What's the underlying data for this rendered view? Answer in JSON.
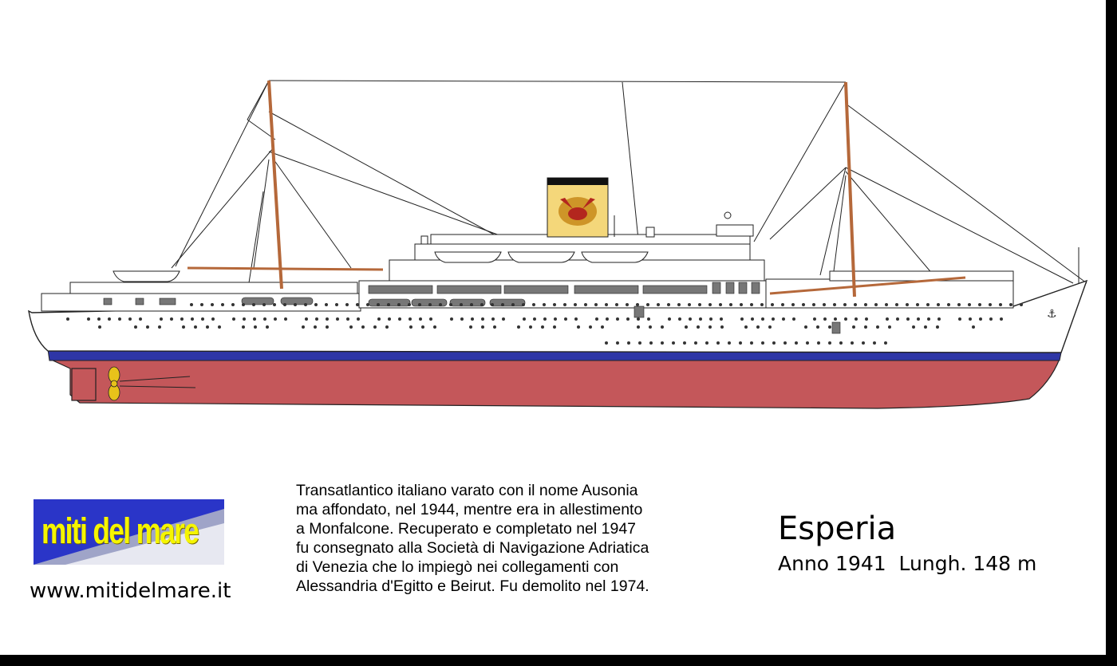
{
  "logo": {
    "text": "miti del mare"
  },
  "website": "www.mitidelmare.it",
  "description": [
    "Transatlantico italiano varato con il nome Ausonia",
    "ma affondato, nel 1944, mentre era in allestimento",
    "a Monfalcone. Recuperato e completato nel 1947",
    "fu consegnato alla Società di Navigazione Adriatica",
    "di Venezia che lo impiegò nei collegamenti con",
    "Alessandria d'Egitto e Beirut. Fu demolito nel 1974."
  ],
  "ship": {
    "name": "Esperia",
    "facts": "Anno 1941  Lungh. 148 m"
  },
  "colors": {
    "hull_red": "#c4575a",
    "boot_blue": "#2e36a6",
    "hull_white": "#ffffff",
    "funnel_yellow": "#f4d77a",
    "mast_brown": "#b5683a",
    "logo_blue": "#2a35c8",
    "logo_yellow": "#f5f500",
    "propeller": "#e8c21a"
  },
  "icons": [
    "ship-drawing",
    "winged-lion-emblem",
    "propeller-icon",
    "logo-wedge"
  ]
}
